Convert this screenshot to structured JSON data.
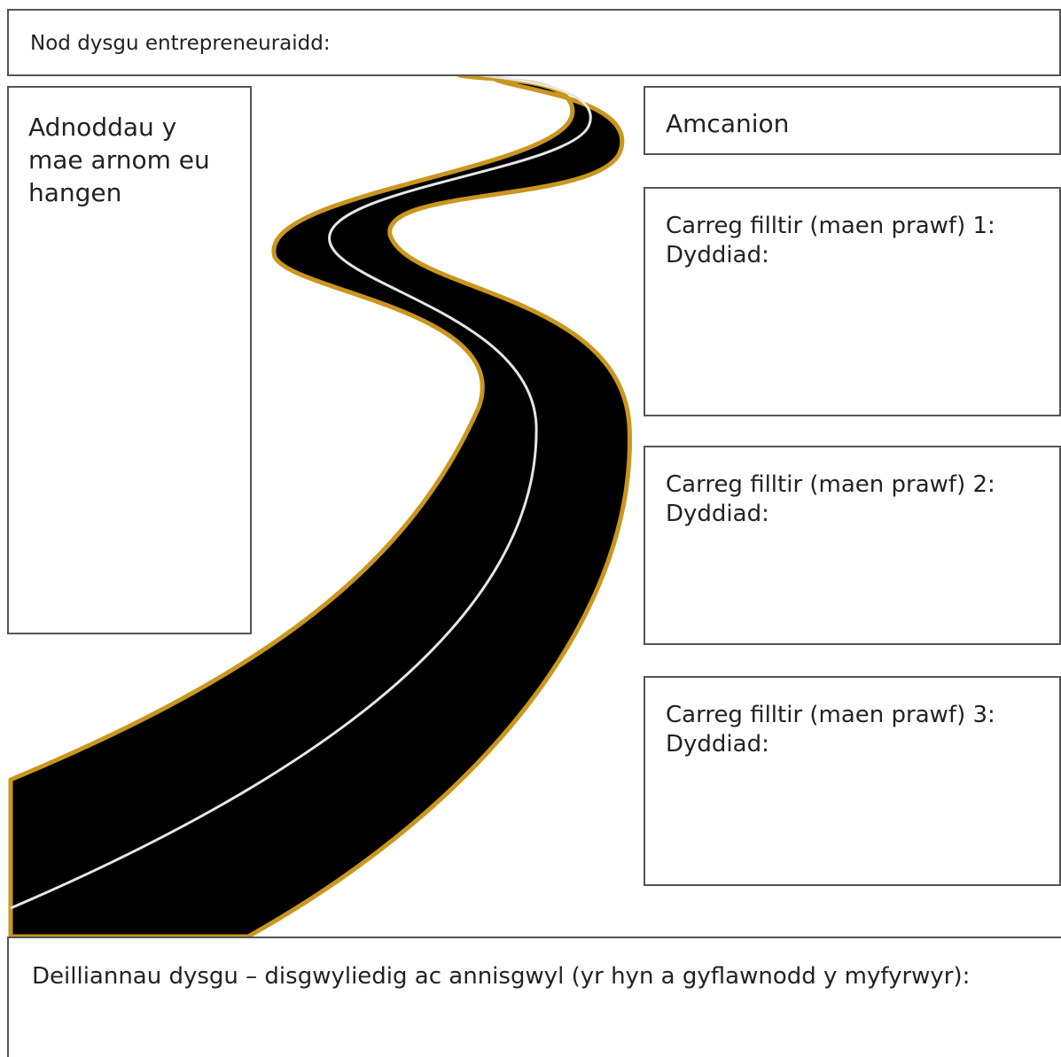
{
  "goal_label": "Nod dysgu entrepreneuraidd:",
  "resources_label": "Adnoddau y mae arnom eu hangen",
  "objectives_label": "Amcanion",
  "milestones": [
    {
      "title": "Carreg filltir (maen prawf) 1:",
      "date_label": "Dyddiad:"
    },
    {
      "title": "Carreg filltir (maen prawf) 2:",
      "date_label": "Dyddiad:"
    },
    {
      "title": "Carreg filltir (maen prawf) 3:",
      "date_label": "Dyddiad:"
    }
  ],
  "outcomes_label": "Deilliannau dysgu – disgwyliedig ac annisgwyl (yr hyn a gyflawnodd y myfyrwyr):",
  "colors": {
    "road": "#000000",
    "edge_line": "#c9961e",
    "center_line": "#e6e6e6",
    "border": "#555555"
  }
}
